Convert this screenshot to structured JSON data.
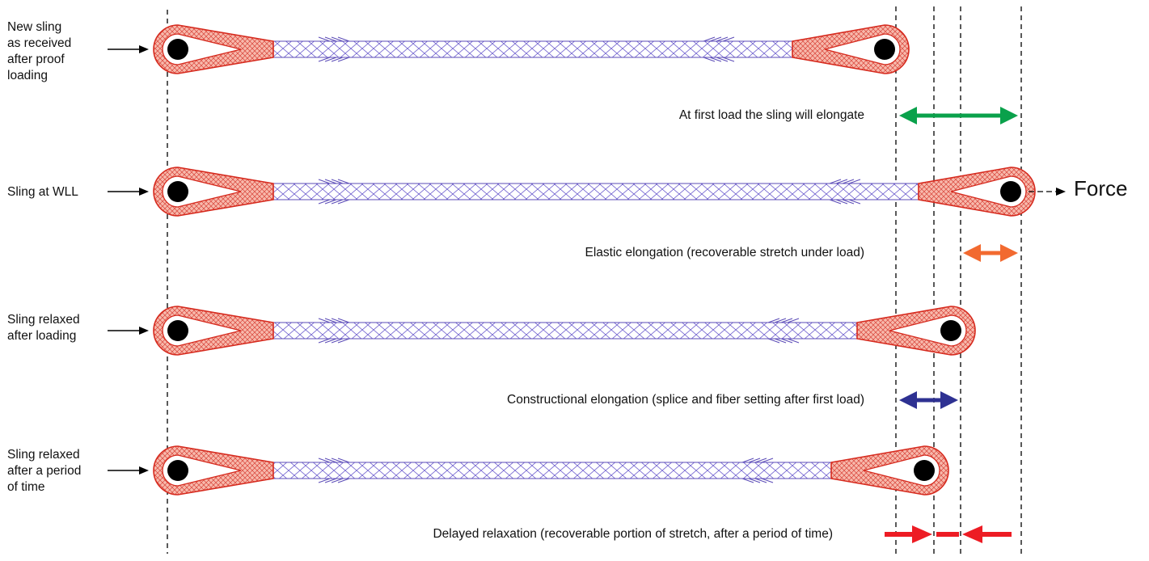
{
  "rows": [
    {
      "label": "New sling\nas received\nafter proof\nloading"
    },
    {
      "label": "Sling at WLL"
    },
    {
      "label": "Sling relaxed\nafter loading"
    },
    {
      "label": "Sling relaxed\nafter a period\nof time"
    }
  ],
  "force_label": "Force",
  "captions": [
    {
      "text": "At first load the sling will elongate",
      "color": "#0aa14b"
    },
    {
      "text": "Elastic elongation (recoverable stretch under load)",
      "color": "#f26a30"
    },
    {
      "text": "Constructional elongation (splice and fiber setting after first load)",
      "color": "#2e3192"
    },
    {
      "text": "Delayed relaxation (recoverable portion of stretch, after a period of time)",
      "color": "#ed1c24"
    }
  ],
  "colors": {
    "eye_fill": "#f6b3a6",
    "eye_stroke": "#d62a1e",
    "body_stroke": "#5b4bb7",
    "pin": "#000000",
    "guide": "#000000"
  }
}
